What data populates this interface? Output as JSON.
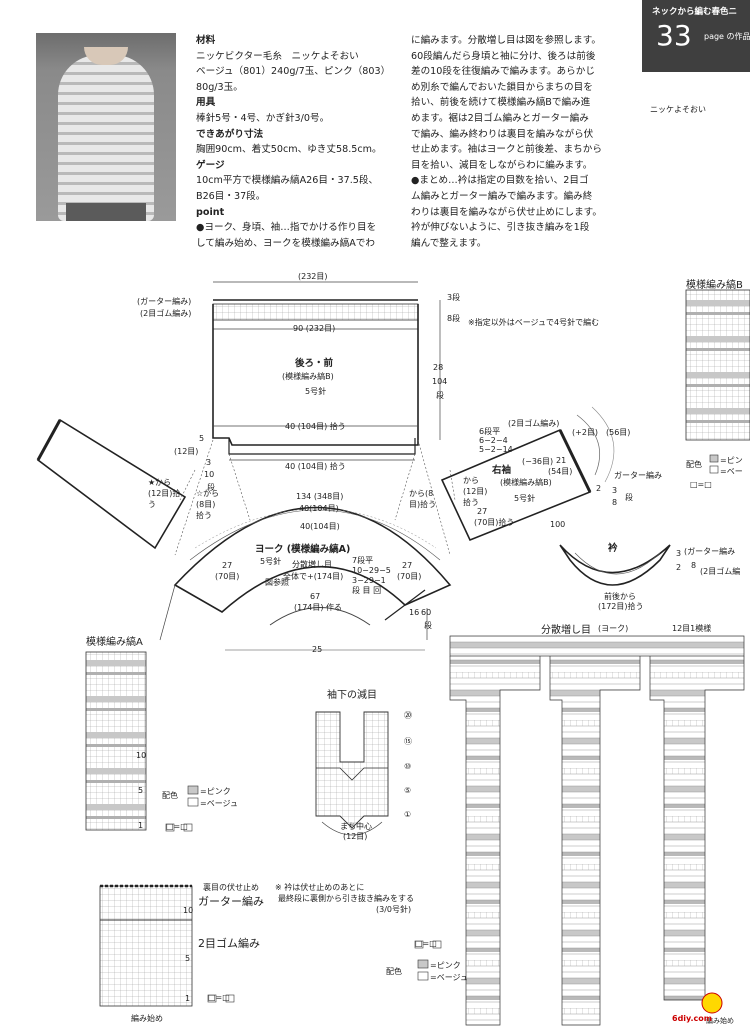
{
  "header": {
    "title": "ネックから編む春色ニ",
    "page_number": "33",
    "page_label": "page の作品"
  },
  "yarn_note": "ニッケよそおい",
  "instructions": {
    "materials_heading": "材料",
    "materials_1": "ニッケビクター毛糸　ニッケよそおい",
    "materials_2": "ベージュ（801）240g/7玉、ピンク（803）",
    "materials_3": "80g/3玉。",
    "tools_heading": "用具",
    "tools": "棒針5号・4号、かぎ針3/0号。",
    "size_heading": "できあがり寸法",
    "size": "胸囲90cm、着丈50cm、ゆき丈58.5cm。",
    "gauge_heading": "ゲージ",
    "gauge_1": "10cm平方で模様編み縞A26目・37.5段、",
    "gauge_2": "B26目・37段。",
    "point_heading": "point",
    "point_1": "●ヨーク、身頃、袖…指でかける作り目を",
    "point_2": "して編み始め、ヨークを模様編み縞Aでわ",
    "col2_1": "に編みます。分散増し目は図を参照します。",
    "col2_2": "60段編んだら身頃と袖に分け、後ろは前後",
    "col2_3": "差の10段を往復編みで編みます。あらかじ",
    "col2_4": "め別糸で編んでおいた鎖目からまちの目を",
    "col2_5": "拾い、前後を続けて模様編み縞Bで編み進",
    "col2_6": "めます。裾は2目ゴム編みとガーター編み",
    "col2_7": "で編み、編み終わりは裏目を編みながら伏",
    "col2_8": "せ止めます。袖はヨークと前後差、まちから",
    "col2_9": "目を拾い、減目をしながらわに編みます。",
    "col2_10": "●まとめ…衿は指定の目数を拾い、2目ゴ",
    "col2_11": "ム編みとガーター編みで編みます。編み終",
    "col2_12": "わりは裏目を編みながら伏せ止めにします。",
    "col2_13": "衿が伸びないように、引き抜き編みを1段",
    "col2_14": "編んで整えます。"
  },
  "body_diagram": {
    "top_count": "(232目)",
    "garter": "(ガーター編み)",
    "rib": "(2目ゴム編み)",
    "width": "90 (232目)",
    "title": "後ろ・前",
    "pattern": "(模様編み縞B)",
    "needle": "5号針",
    "length": "28",
    "rows": "104",
    "rows_unit": "段",
    "pickup_1": "40 (104目) 拾う",
    "pickup_2": "40 (104目) 拾う",
    "note": "※指定以外はベージュで4号針で編む",
    "rows_3": "3段",
    "rows_8": "8段",
    "side_5": "5",
    "side_12": "(12目)",
    "side_3": "3",
    "side_10": "10",
    "side_10_unit": "段"
  },
  "yoke_diagram": {
    "width_outer": "134 (348目)",
    "width_mid": "40(104目)",
    "width_inner": "40(104目)",
    "title": "ヨーク (模様編み縞A)",
    "needle": "5号針",
    "dist": "分散増し目",
    "dist_2": "全体で+(174目)",
    "ref": "図参照",
    "rows_table": "7段平\n10−29−5\n3−29−1\n段 目 回",
    "side_27_l": "27",
    "side_70_l": "(70目)",
    "side_27_r": "27",
    "side_70_r": "(70目)",
    "bottom": "67",
    "bottom_2": "(174目) 作る",
    "height_16": "16",
    "height_60": "60",
    "height_60_unit": "段",
    "scale_25": "25"
  },
  "sleeve_diagram": {
    "rib": "(2目ゴム編み)",
    "title": "右袖",
    "pattern": "(模様編み縞B)",
    "needle": "5号針",
    "plus2": "(+2目)",
    "count_56": "(56目)",
    "dec": "6段平\n6−2−4\n5−2−14",
    "minus36": "(−36目)",
    "count_21": "21",
    "count_54": "(54目)",
    "garter": "ガーター編み",
    "count_27": "27",
    "count_70": "(70目)拾う",
    "count_100": "100",
    "from_12": "から(12目)拾う",
    "from_8": "から(8目)拾う",
    "rows_2": "2",
    "rows_3": "3",
    "rows_8": "8",
    "rows_unit": "段"
  },
  "left_sleeve": {
    "from_12": "★から(12目)拾う",
    "from_8": "☆から(8目)拾う"
  },
  "collar": {
    "title": "衿",
    "garter": "(ガーター編み",
    "rib": "(2目ゴム編",
    "pickup": "前後から",
    "pickup_2": "(172目)拾う",
    "rows_3": "3",
    "rows_2": "2",
    "rows_8": "8"
  },
  "chart_b": {
    "title": "模様編み縞B",
    "color_label": "配色",
    "pink": "=ピン",
    "beige": "=ベー",
    "key": "□=□"
  },
  "chart_a": {
    "title": "模様編み縞A",
    "color_label": "配色",
    "pink": "=ピンク",
    "beige": "=ベージュ",
    "key": "□=□",
    "row_10": "10",
    "row_5": "5",
    "row_1": "1",
    "col_1": "1"
  },
  "underarm": {
    "title": "袖下の減目",
    "center": "まち中心",
    "center_2": "(12目)",
    "r20": "⑳",
    "r15": "⑮",
    "r10": "⑩",
    "r5": "⑤",
    "r1": "①"
  },
  "dist_chart": {
    "title": "分散増し目",
    "sub": "(ヨーク)",
    "repeat": "12目1模様",
    "color_label": "配色",
    "pink": "=ピンク",
    "beige": "=ベージュ",
    "key": "□=□",
    "start": "編み始め"
  },
  "edging": {
    "bind_off": "裏目の伏せ止め",
    "note": "※ 衿は伏せ止めのあとに",
    "note_2": "最終段に裏側から引き抜き編みをする",
    "note_3": "(3/0号針)",
    "garter": "ガーター編み",
    "rib": "2目ゴム編み",
    "start": "編み始め",
    "key": "□=□",
    "rows": [
      "10",
      "5",
      "1"
    ]
  },
  "watermark": "6diy.com"
}
